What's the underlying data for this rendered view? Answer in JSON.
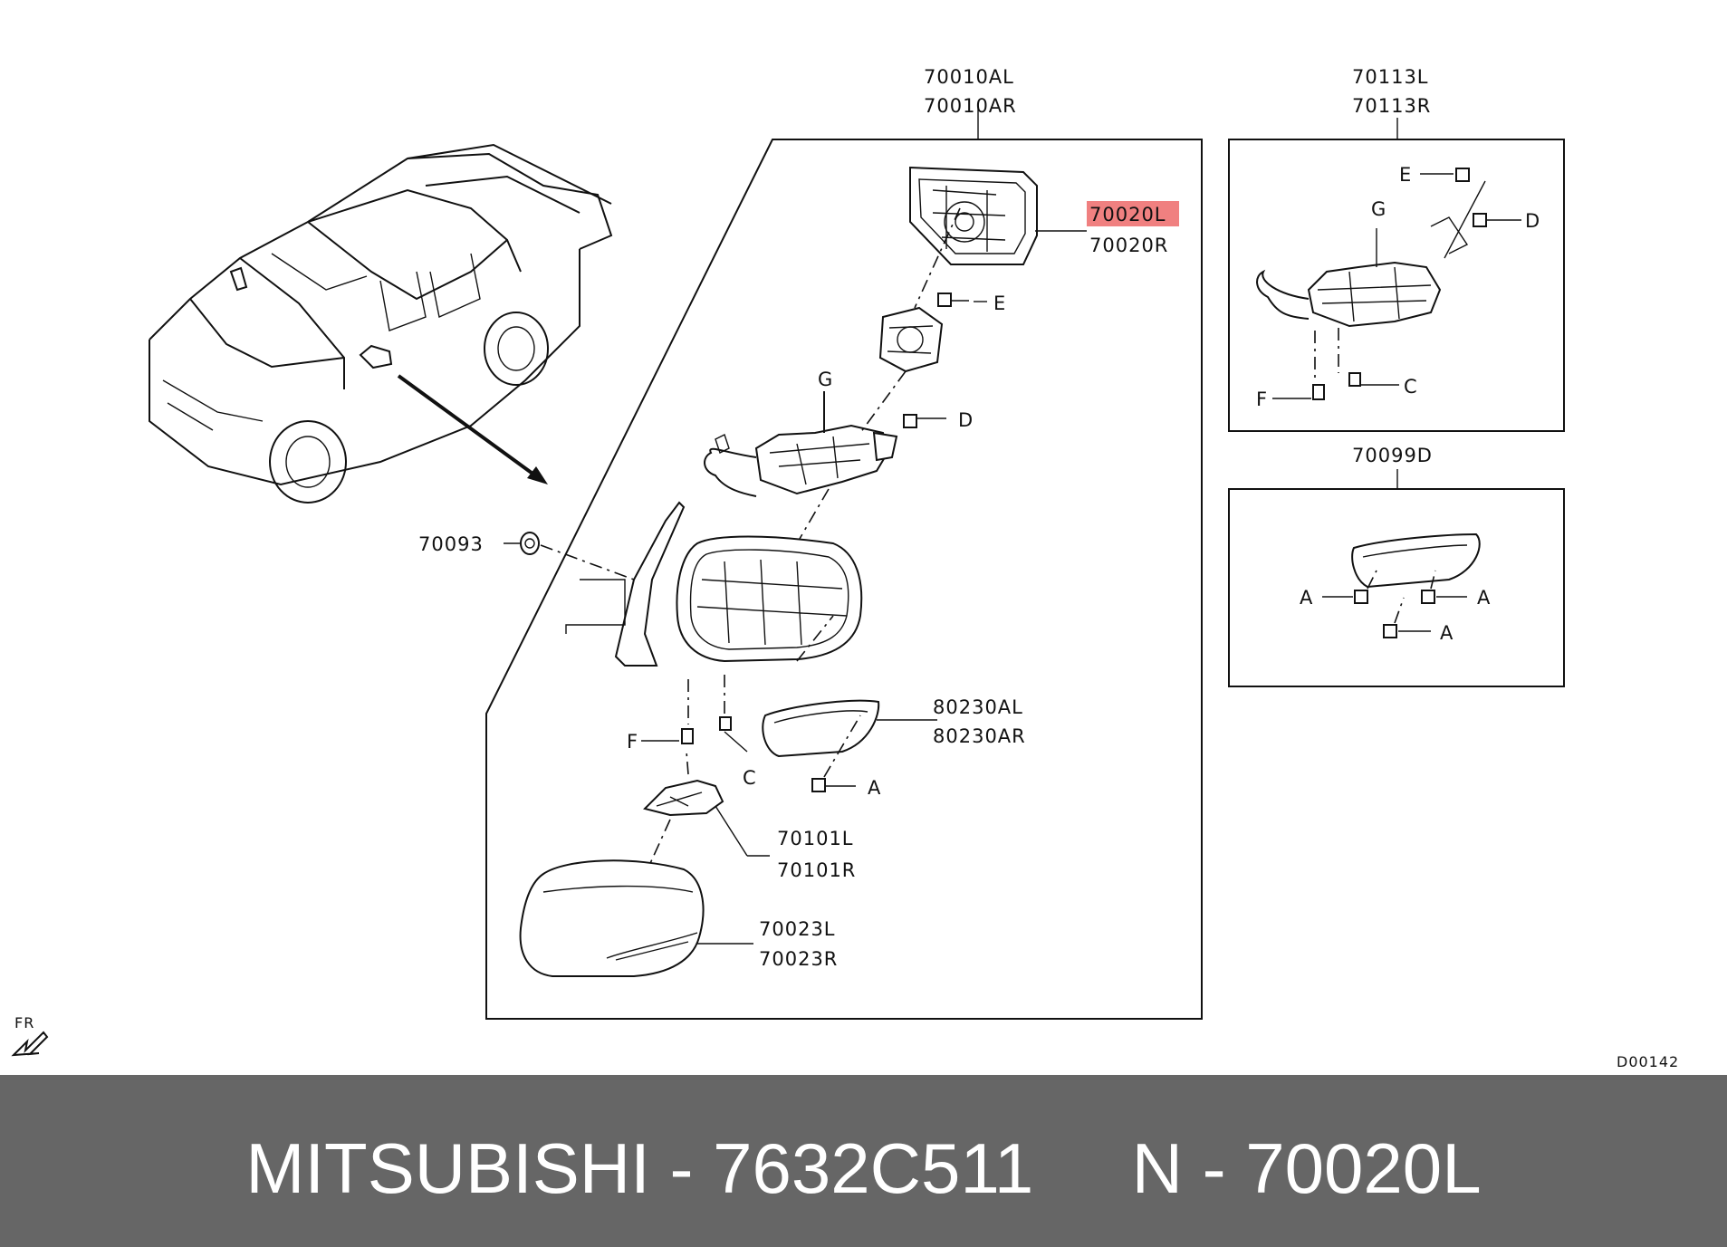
{
  "callouts": {
    "mirror_assy_l": "70010AL",
    "mirror_assy_r": "70010AR",
    "glass_l": "70020L",
    "glass_r": "70020R",
    "e_main": "E",
    "g_main": "G",
    "d_main": "D",
    "part_70093": "70093",
    "lamp_l": "80230AL",
    "lamp_r": "80230AR",
    "f_main": "F",
    "c_main": "C",
    "a_main": "A",
    "cover_l": "70101L",
    "cover_r": "70101R",
    "cap_l": "70023L",
    "cap_r": "70023R",
    "kit_l": "70113L",
    "kit_r": "70113R",
    "e_kit": "E",
    "g_kit": "G",
    "d_kit": "D",
    "f_kit": "F",
    "c_kit": "C",
    "set_70099d": "70099D",
    "a_set_1": "A",
    "a_set_2": "A",
    "a_set_3": "A",
    "fr": "FR",
    "diagram_code": "D00142"
  },
  "highlight_color": "#f08080",
  "footer": {
    "brand": "MITSUBISHI",
    "oem_number": "7632C511",
    "position_number": "N - 70020L",
    "text": "MITSUBISHI - 7632C511     N - 70020L"
  }
}
